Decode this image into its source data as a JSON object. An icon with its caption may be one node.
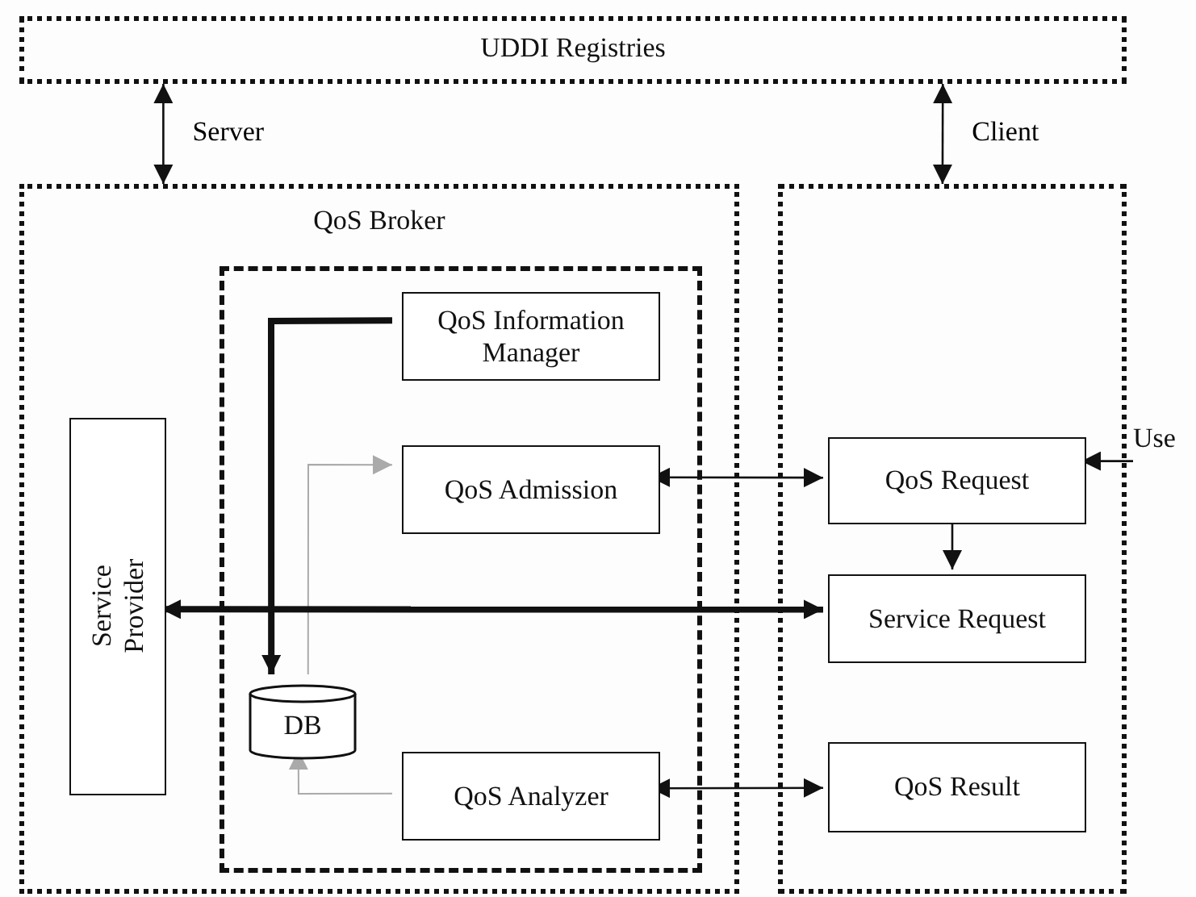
{
  "diagram": {
    "nodes": [
      {
        "text": [
          "UDDI Registries"
        ]
      },
      {
        "text": [
          "QoS Broker"
        ]
      },
      {
        "text": [],
        "shape": "box",
        "in": 1
      },
      {
        "text": [
          "QoS Information Manager"
        ],
        "in": 2
      },
      {
        "text": [
          "QoS Admission"
        ],
        "in": 2
      },
      {
        "text": [
          "DB"
        ],
        "in": 2
      },
      {
        "text": [
          "QoS Analyzer"
        ],
        "in": 2
      },
      {
        "text": [
          "Service Provider"
        ],
        "in": 1
      },
      {
        "text": [],
        "shape": "box"
      },
      {
        "text": [
          "QoS Request"
        ],
        "in": 8
      },
      {
        "text": [
          "Service Request"
        ],
        "in": 8
      },
      {
        "text": [
          "QoS Result"
        ],
        "in": 8
      },
      {
        "text": [
          "Use"
        ]
      }
    ],
    "edges": [
      {
        "from": 0,
        "to": 1,
        "arrow": "both",
        "label": "Server"
      },
      {
        "from": 0,
        "to": 8,
        "arrow": "both",
        "label": "Client"
      },
      {
        "from": 3,
        "to": 5,
        "arrow": "to",
        "style": "thick"
      },
      {
        "from": 5,
        "to": 4,
        "arrow": "to",
        "color": "#aaaaaa"
      },
      {
        "from": 6,
        "to": 5,
        "arrow": "to",
        "color": "#aaaaaa"
      },
      {
        "from": 4,
        "to": 9,
        "arrow": "both"
      },
      {
        "from": 7,
        "to": 10,
        "arrow": "both",
        "style": "thick"
      },
      {
        "from": 9,
        "to": 10,
        "arrow": "to"
      },
      {
        "from": 12,
        "to": 9,
        "arrow": "to"
      },
      {
        "from": 6,
        "to": 11,
        "arrow": "both"
      }
    ]
  }
}
